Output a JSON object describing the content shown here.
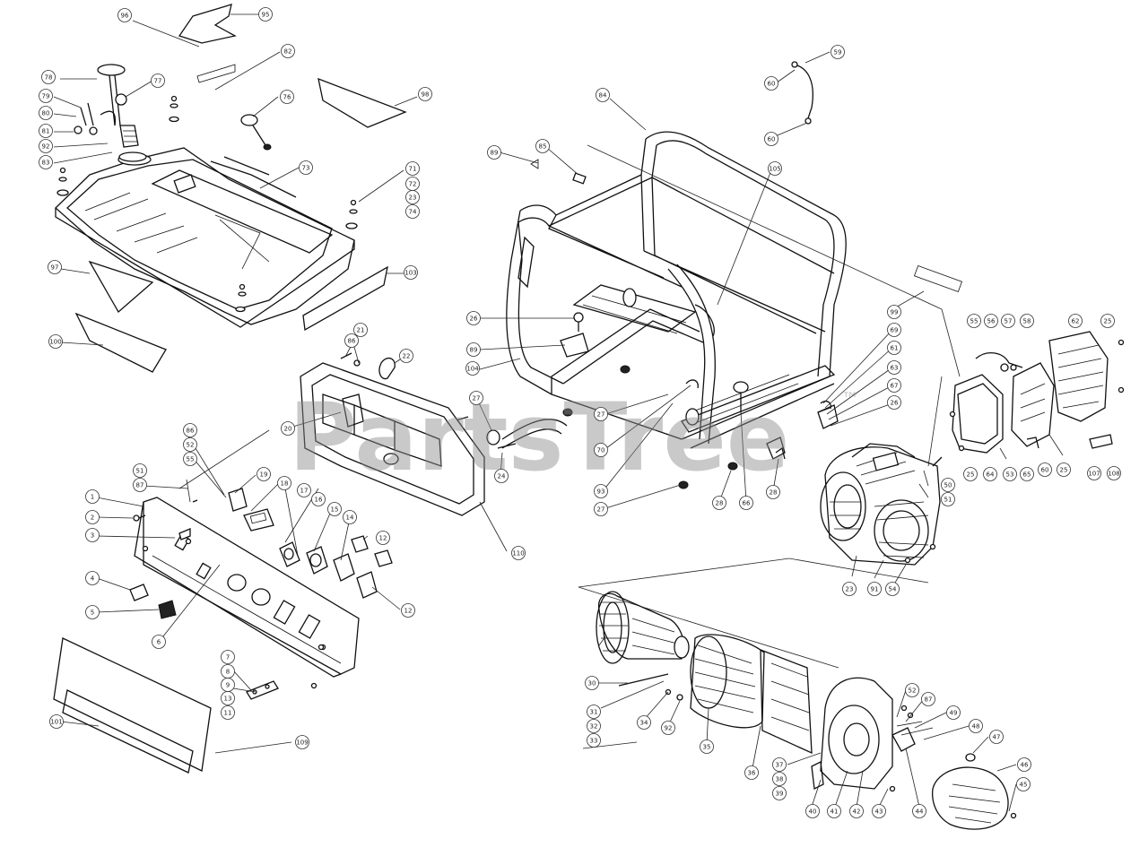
{
  "watermark": {
    "text": "PartsTree",
    "trademark": "™"
  },
  "callouts": [
    {
      "id": "c96a",
      "label": "96"
    },
    {
      "id": "c95",
      "label": "95"
    },
    {
      "id": "c82",
      "label": "82"
    },
    {
      "id": "c78",
      "label": "78"
    },
    {
      "id": "c77",
      "label": "77"
    },
    {
      "id": "c79",
      "label": "79"
    },
    {
      "id": "c80",
      "label": "80"
    },
    {
      "id": "c81",
      "label": "81"
    },
    {
      "id": "c92",
      "label": "92"
    },
    {
      "id": "c83",
      "label": "83"
    },
    {
      "id": "c76",
      "label": "76"
    },
    {
      "id": "c98",
      "label": "98"
    },
    {
      "id": "c73",
      "label": "73"
    },
    {
      "id": "c71",
      "label": "71"
    },
    {
      "id": "c72",
      "label": "72"
    },
    {
      "id": "c23a",
      "label": "23"
    },
    {
      "id": "c74",
      "label": "74"
    },
    {
      "id": "c97",
      "label": "97"
    },
    {
      "id": "c103",
      "label": "103"
    },
    {
      "id": "c100",
      "label": "100"
    },
    {
      "id": "c84",
      "label": "84"
    },
    {
      "id": "c85",
      "label": "85"
    },
    {
      "id": "c89a",
      "label": "89"
    },
    {
      "id": "c105",
      "label": "105"
    },
    {
      "id": "c59",
      "label": "59"
    },
    {
      "id": "c60a",
      "label": "60"
    },
    {
      "id": "c60b",
      "label": "60"
    },
    {
      "id": "c99",
      "label": "99"
    },
    {
      "id": "c26a",
      "label": "26"
    },
    {
      "id": "c89b",
      "label": "89"
    },
    {
      "id": "c104",
      "label": "104"
    },
    {
      "id": "c21",
      "label": "21"
    },
    {
      "id": "c86a",
      "label": "86"
    },
    {
      "id": "c22",
      "label": "22"
    },
    {
      "id": "c27a",
      "label": "27"
    },
    {
      "id": "c20",
      "label": "20"
    },
    {
      "id": "c24",
      "label": "24"
    },
    {
      "id": "c27b",
      "label": "27"
    },
    {
      "id": "c70",
      "label": "70"
    },
    {
      "id": "c93",
      "label": "93"
    },
    {
      "id": "c27c",
      "label": "27"
    },
    {
      "id": "c28a",
      "label": "28"
    },
    {
      "id": "c66",
      "label": "66"
    },
    {
      "id": "c28b",
      "label": "28"
    },
    {
      "id": "c69",
      "label": "69"
    },
    {
      "id": "c61",
      "label": "61"
    },
    {
      "id": "c63",
      "label": "63"
    },
    {
      "id": "c67",
      "label": "67"
    },
    {
      "id": "c26b",
      "label": "26"
    },
    {
      "id": "c55",
      "label": "55"
    },
    {
      "id": "c56",
      "label": "56"
    },
    {
      "id": "c57",
      "label": "57"
    },
    {
      "id": "c58",
      "label": "58"
    },
    {
      "id": "c62",
      "label": "62"
    },
    {
      "id": "c25a",
      "label": "25"
    },
    {
      "id": "c25b",
      "label": "25"
    },
    {
      "id": "c64",
      "label": "64"
    },
    {
      "id": "c53",
      "label": "53"
    },
    {
      "id": "c65",
      "label": "65"
    },
    {
      "id": "c60c",
      "label": "60"
    },
    {
      "id": "c25c",
      "label": "25"
    },
    {
      "id": "c107",
      "label": "107"
    },
    {
      "id": "c108",
      "label": "108"
    },
    {
      "id": "c50",
      "label": "50"
    },
    {
      "id": "c51a",
      "label": "51"
    },
    {
      "id": "c23b",
      "label": "23"
    },
    {
      "id": "c91",
      "label": "91"
    },
    {
      "id": "c54",
      "label": "54"
    },
    {
      "id": "c86b",
      "label": "86"
    },
    {
      "id": "c52a",
      "label": "52"
    },
    {
      "id": "c55b",
      "label": "55"
    },
    {
      "id": "c51b",
      "label": "51"
    },
    {
      "id": "c87",
      "label": "87"
    },
    {
      "id": "c19",
      "label": "19"
    },
    {
      "id": "c18",
      "label": "18"
    },
    {
      "id": "c17",
      "label": "17"
    },
    {
      "id": "c16",
      "label": "16"
    },
    {
      "id": "c15",
      "label": "15"
    },
    {
      "id": "c14",
      "label": "14"
    },
    {
      "id": "c12",
      "label": "12"
    },
    {
      "id": "c12b",
      "label": "12"
    },
    {
      "id": "c1",
      "label": "1"
    },
    {
      "id": "c2",
      "label": "2"
    },
    {
      "id": "c3",
      "label": "3"
    },
    {
      "id": "c4",
      "label": "4"
    },
    {
      "id": "c5",
      "label": "5"
    },
    {
      "id": "c6",
      "label": "6"
    },
    {
      "id": "c110",
      "label": "110"
    },
    {
      "id": "c7",
      "label": "7"
    },
    {
      "id": "c8",
      "label": "8"
    },
    {
      "id": "c9",
      "label": "9"
    },
    {
      "id": "c13",
      "label": "13"
    },
    {
      "id": "c11",
      "label": "11"
    },
    {
      "id": "c101",
      "label": "101"
    },
    {
      "id": "c109",
      "label": "109"
    },
    {
      "id": "c30",
      "label": "30"
    },
    {
      "id": "c31",
      "label": "31"
    },
    {
      "id": "c32",
      "label": "32"
    },
    {
      "id": "c33",
      "label": "33"
    },
    {
      "id": "c34",
      "label": "34"
    },
    {
      "id": "c92b",
      "label": "92"
    },
    {
      "id": "c35",
      "label": "35"
    },
    {
      "id": "c36",
      "label": "36"
    },
    {
      "id": "c37",
      "label": "37"
    },
    {
      "id": "c38",
      "label": "38"
    },
    {
      "id": "c39",
      "label": "39"
    },
    {
      "id": "c40",
      "label": "40"
    },
    {
      "id": "c41",
      "label": "41"
    },
    {
      "id": "c42",
      "label": "42"
    },
    {
      "id": "c43",
      "label": "43"
    },
    {
      "id": "c44",
      "label": "44"
    },
    {
      "id": "c52b",
      "label": "52"
    },
    {
      "id": "c87b",
      "label": "87"
    },
    {
      "id": "c49",
      "label": "49"
    },
    {
      "id": "c48",
      "label": "48"
    },
    {
      "id": "c47",
      "label": "47"
    },
    {
      "id": "c46",
      "label": "46"
    },
    {
      "id": "c45",
      "label": "45"
    }
  ]
}
